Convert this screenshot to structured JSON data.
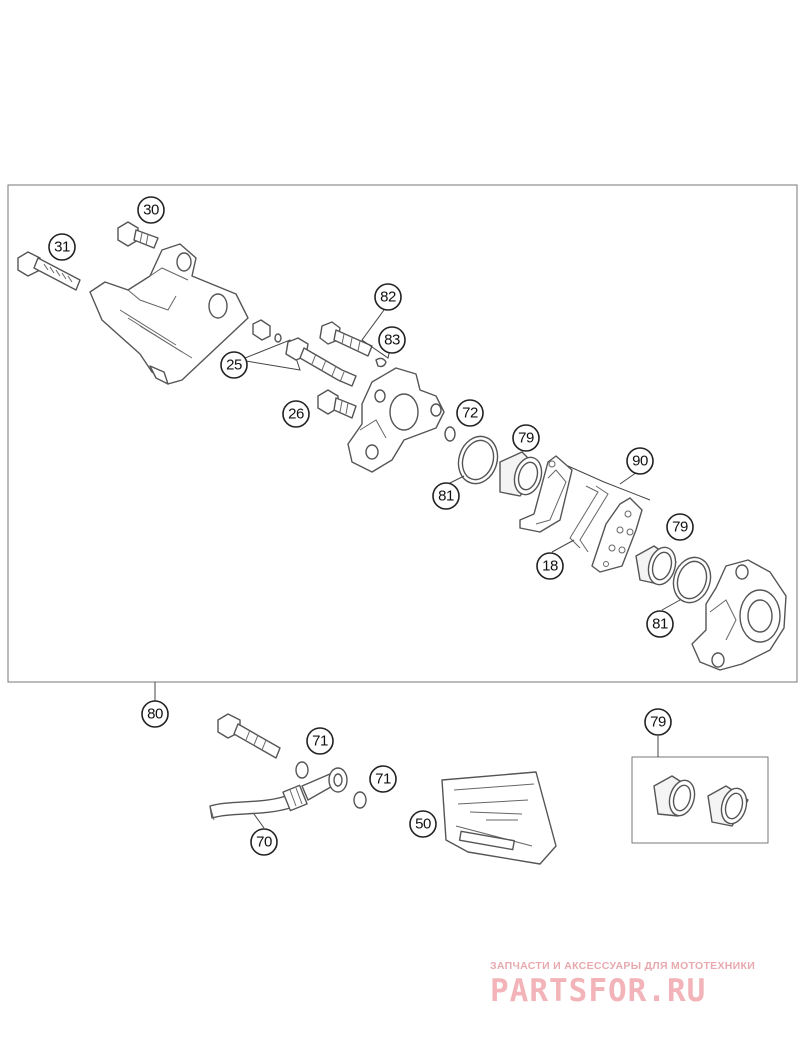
{
  "callouts": {
    "c30": "30",
    "c31": "31",
    "c82": "82",
    "c83": "83",
    "c25": "25",
    "c26": "26",
    "c72": "72",
    "c79a": "79",
    "c90": "90",
    "c81a": "81",
    "c18": "18",
    "c79b": "79",
    "c81b": "81",
    "c80": "80",
    "c71a": "71",
    "c71b": "71",
    "c70": "70",
    "c50": "50",
    "c79c": "79"
  },
  "watermark": {
    "subtitle": "ЗАПЧАСТИ И АКСЕССУАРЫ ДЛЯ МОТОТЕХНИКИ",
    "brand": "PARTSFOR.RU",
    "brand_color": "#f2b4b8"
  },
  "colors": {
    "line": "#555555",
    "frame": "#777777",
    "callout_stroke": "#222222"
  }
}
